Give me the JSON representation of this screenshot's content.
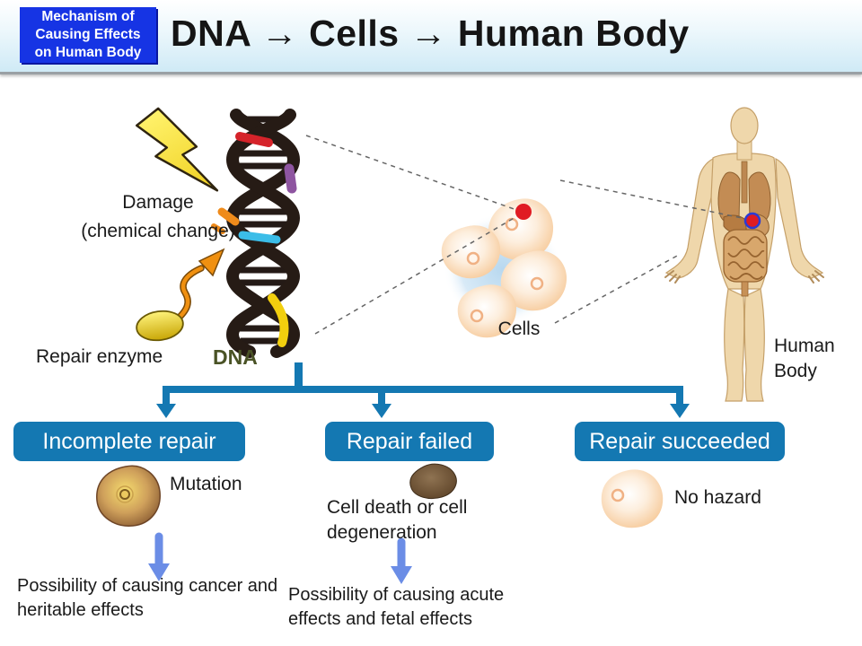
{
  "header": {
    "badge_line1": "Mechanism of",
    "badge_line2": "Causing Effects",
    "badge_line3": "on Human Body",
    "title": "DNA → Cells → Human Body"
  },
  "labels": {
    "damage_line1": "Damage",
    "damage_line2": "(chemical change)",
    "repair_enzyme": "Repair enzyme",
    "dna": "DNA",
    "cells": "Cells",
    "human_line1": "Human",
    "human_line2": "Body"
  },
  "branches": {
    "items": [
      {
        "label": "Incomplete repair",
        "result": "Mutation",
        "outcome": "Possibility of causing cancer and heritable effects"
      },
      {
        "label": "Repair failed",
        "result": "Cell death or cell degeneration",
        "outcome": "Possibility of causing acute effects and fetal effects"
      },
      {
        "label": "Repair succeeded",
        "result": "No hazard",
        "outcome": ""
      }
    ]
  },
  "icons": {
    "lightning": "lightning-bolt",
    "enzyme": "repair-enzyme-blob",
    "dna": "dna-double-helix",
    "cells": "cell-cluster",
    "body": "human-body-figure"
  },
  "colors": {
    "badge_blue": "#1634e4",
    "band_blue": "#cfeaf6",
    "tree_blue": "#1478b2",
    "arrow_blue": "#6b8de6",
    "dna_green": "#4a5326",
    "cell_peach": "#f6c897",
    "skin": "#efd7ab",
    "red_dot": "#e01b23"
  }
}
